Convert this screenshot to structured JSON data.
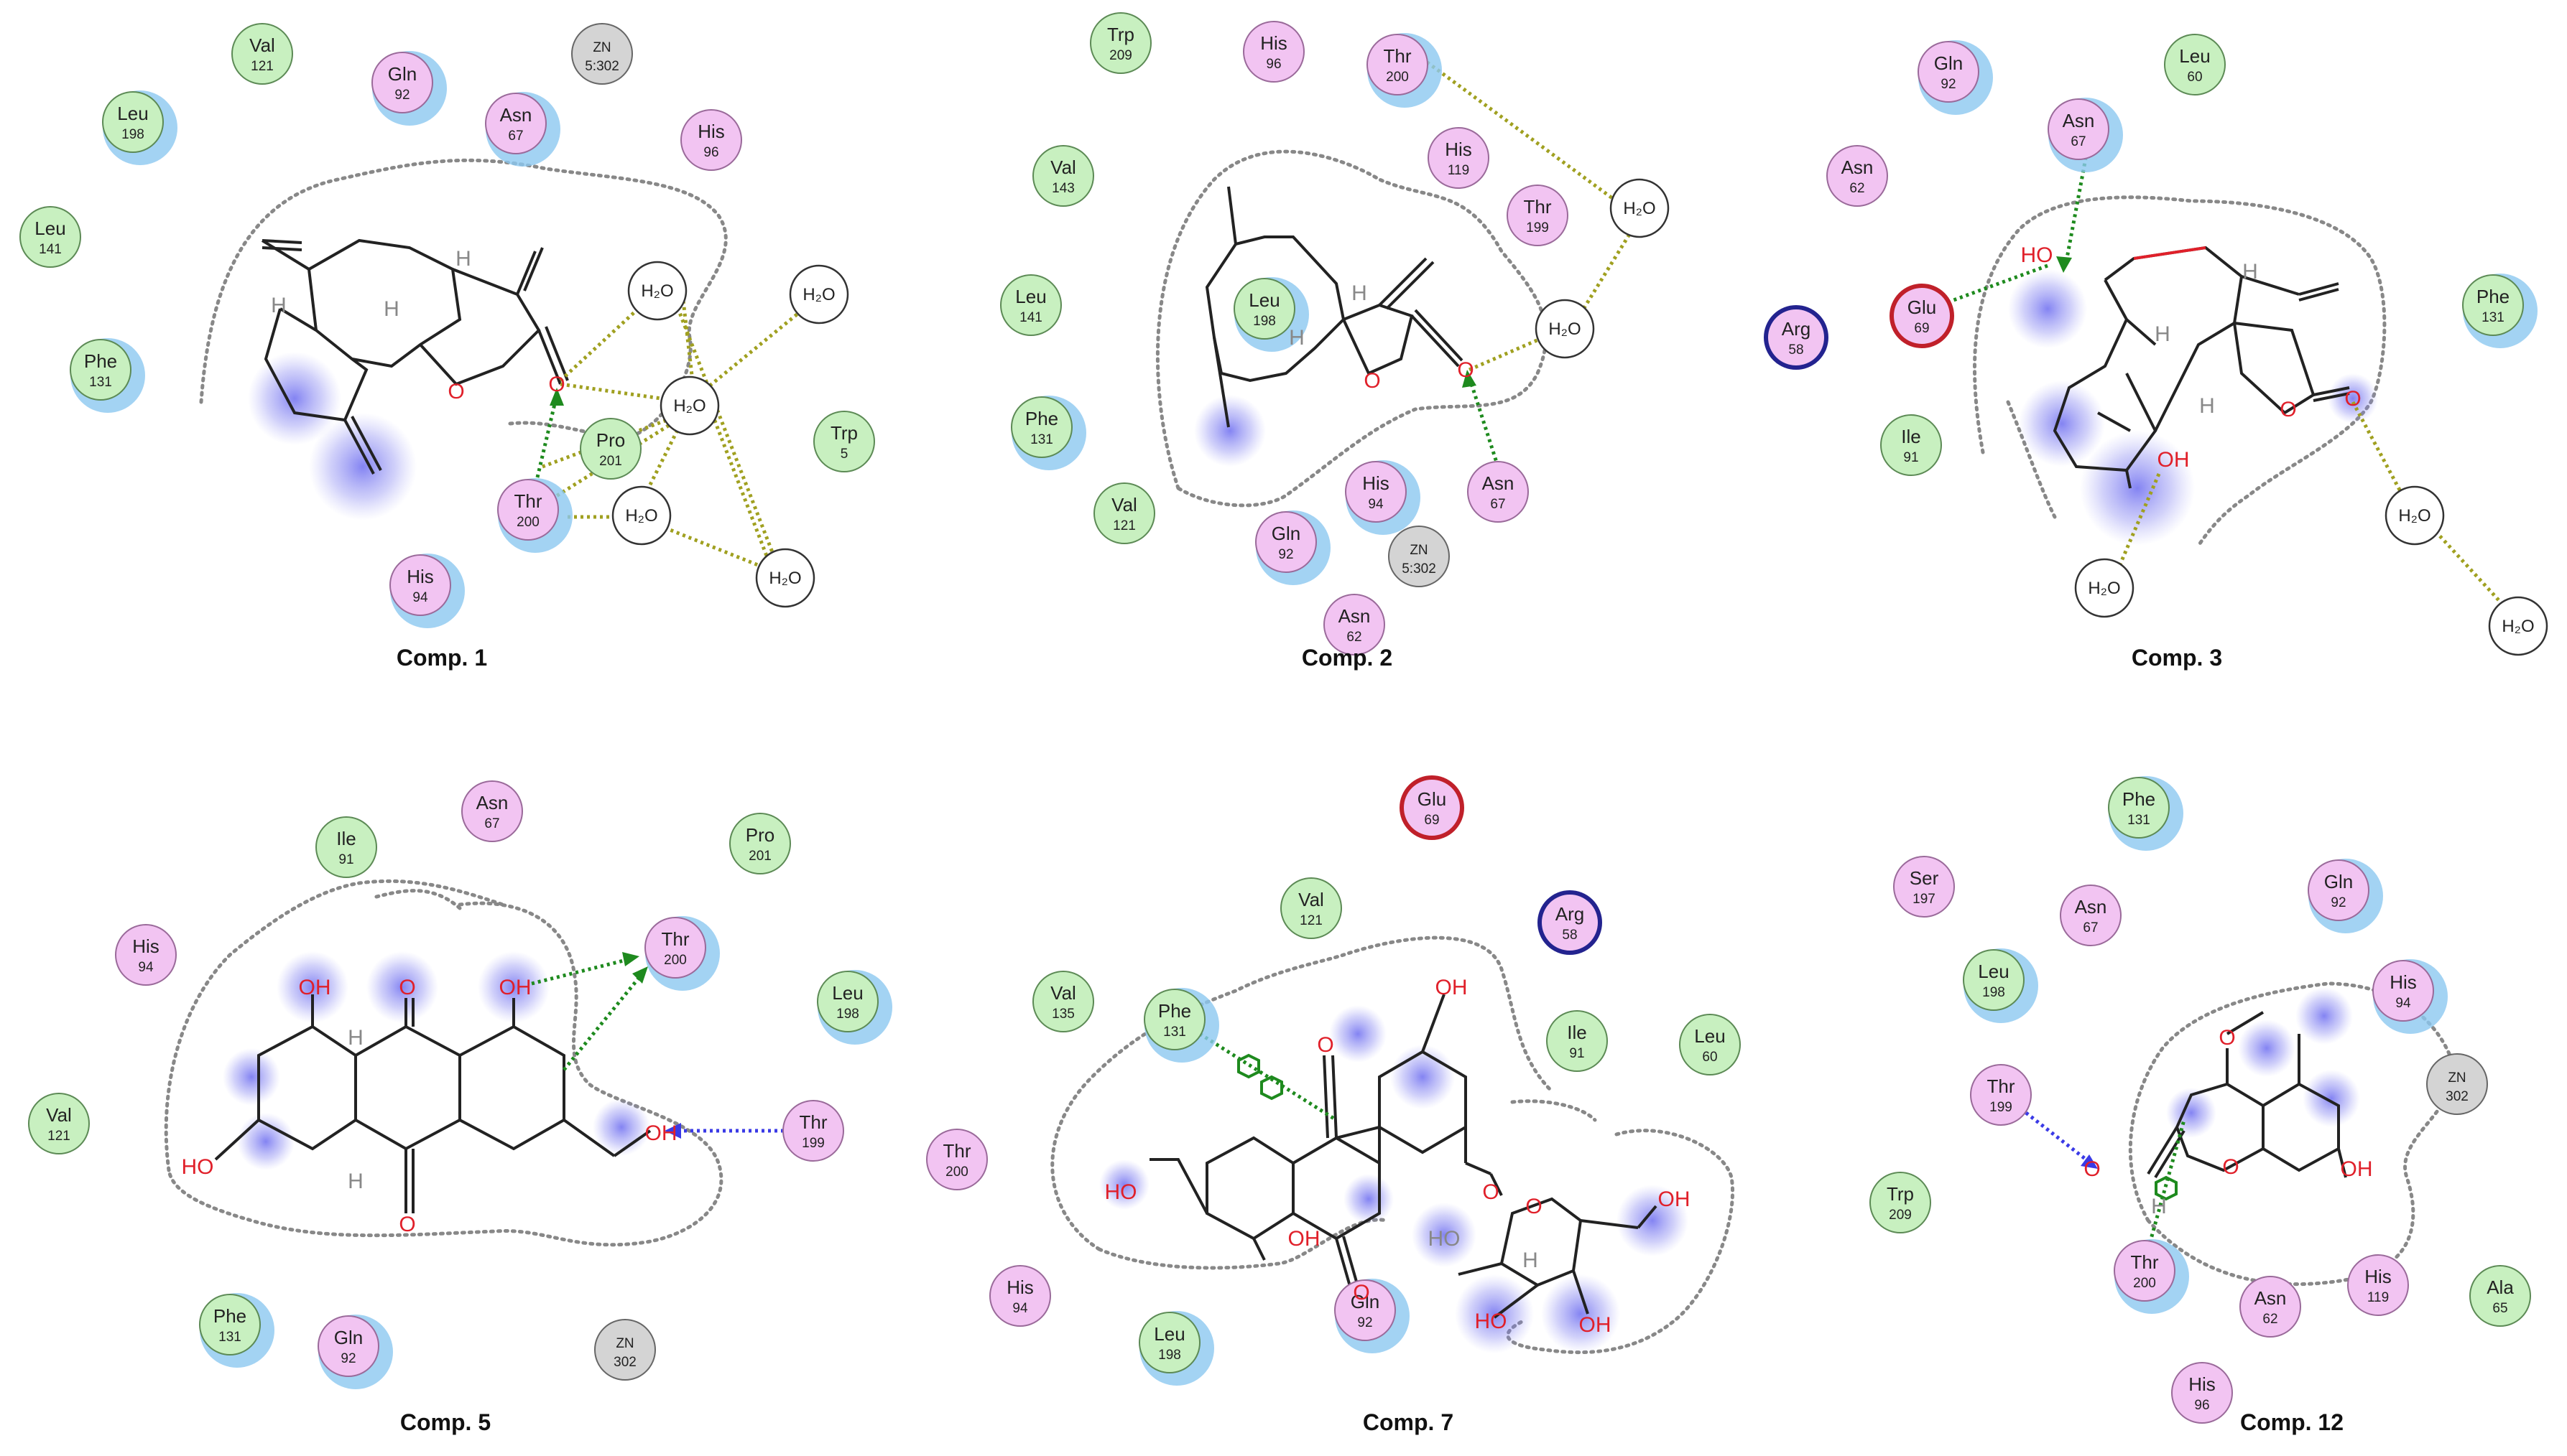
{
  "colors": {
    "polar": "#f2c4f2",
    "polar_border": "#9a6a9a",
    "hydrophobic": "#c8f0c0",
    "hydrophobic_border": "#5c8a55",
    "acidic_ring": "#c0202a",
    "basic_ring": "#23238f",
    "metal": "#d4d4d4",
    "water": "#ffffff",
    "exposure_halo": "#8cc8f0",
    "hbond_green": "#1e8a1e",
    "hbond_blue": "#3a3ae6",
    "yellow_contact": "#a0a020",
    "pocket_line": "#888888",
    "ligand_shadow": "#6a6af0",
    "heteroatom": "#e0202a"
  },
  "panels": [
    {
      "title": "Comp. 1",
      "residues": [
        {
          "name": "Val",
          "num": "121",
          "type": "hydrophobic"
        },
        {
          "name": "Gln",
          "num": "92",
          "type": "polar",
          "halo": true
        },
        {
          "name": "ZN",
          "num": "5:302",
          "type": "metal"
        },
        {
          "name": "Leu",
          "num": "198",
          "type": "hydrophobic",
          "halo": true
        },
        {
          "name": "Asn",
          "num": "67",
          "type": "polar",
          "halo": true
        },
        {
          "name": "His",
          "num": "96",
          "type": "polar"
        },
        {
          "name": "Leu",
          "num": "141",
          "type": "hydrophobic"
        },
        {
          "name": "Phe",
          "num": "131",
          "type": "hydrophobic",
          "halo": true
        },
        {
          "name": "Trp",
          "num": "5",
          "type": "hydrophobic"
        },
        {
          "name": "Pro",
          "num": "201",
          "type": "hydrophobic"
        },
        {
          "name": "Thr",
          "num": "200",
          "type": "polar",
          "halo": true
        },
        {
          "name": "His",
          "num": "94",
          "type": "polar",
          "halo": true
        }
      ],
      "waters": [
        "H₂O",
        "H₂O",
        "H₂O",
        "H₂O",
        "H₂O"
      ],
      "atom_labels": [
        "H",
        "H",
        "H",
        "O",
        "O"
      ]
    },
    {
      "title": "Comp. 2",
      "residues": [
        {
          "name": "Trp",
          "num": "209",
          "type": "hydrophobic"
        },
        {
          "name": "His",
          "num": "96",
          "type": "polar"
        },
        {
          "name": "Thr",
          "num": "200",
          "type": "polar",
          "halo": true
        },
        {
          "name": "His",
          "num": "119",
          "type": "polar"
        },
        {
          "name": "Thr",
          "num": "199",
          "type": "polar"
        },
        {
          "name": "Val",
          "num": "143",
          "type": "hydrophobic"
        },
        {
          "name": "Leu",
          "num": "141",
          "type": "hydrophobic"
        },
        {
          "name": "Leu",
          "num": "198",
          "type": "hydrophobic",
          "halo": true
        },
        {
          "name": "Phe",
          "num": "131",
          "type": "hydrophobic",
          "halo": true
        },
        {
          "name": "Val",
          "num": "121",
          "type": "hydrophobic"
        },
        {
          "name": "His",
          "num": "94",
          "type": "polar",
          "halo": true
        },
        {
          "name": "Gln",
          "num": "92",
          "type": "polar",
          "halo": true
        },
        {
          "name": "ZN",
          "num": "5:302",
          "type": "metal"
        },
        {
          "name": "Asn",
          "num": "67",
          "type": "polar"
        },
        {
          "name": "Asn",
          "num": "62",
          "type": "polar"
        }
      ],
      "waters": [
        "H₂O",
        "H₂O"
      ],
      "atom_labels": [
        "H",
        "H",
        "O",
        "O"
      ]
    },
    {
      "title": "Comp. 3",
      "residues": [
        {
          "name": "Gln",
          "num": "92",
          "type": "polar",
          "halo": true
        },
        {
          "name": "Leu",
          "num": "60",
          "type": "hydrophobic"
        },
        {
          "name": "Asn",
          "num": "67",
          "type": "polar",
          "halo": true
        },
        {
          "name": "Asn",
          "num": "62",
          "type": "polar"
        },
        {
          "name": "Glu",
          "num": "69",
          "type": "acidic"
        },
        {
          "name": "Arg",
          "num": "58",
          "type": "basic"
        },
        {
          "name": "Phe",
          "num": "131",
          "type": "hydrophobic",
          "halo": true
        },
        {
          "name": "Ile",
          "num": "91",
          "type": "hydrophobic"
        }
      ],
      "waters": [
        "H₂O",
        "H₂O",
        "H₂O"
      ],
      "atom_labels": [
        "HO",
        "H",
        "H",
        "H",
        "O",
        "O",
        "OH"
      ]
    },
    {
      "title": "Comp. 5",
      "residues": [
        {
          "name": "Asn",
          "num": "67",
          "type": "polar"
        },
        {
          "name": "Ile",
          "num": "91",
          "type": "hydrophobic"
        },
        {
          "name": "Pro",
          "num": "201",
          "type": "hydrophobic"
        },
        {
          "name": "His",
          "num": "94",
          "type": "polar"
        },
        {
          "name": "Thr",
          "num": "200",
          "type": "polar",
          "halo": true
        },
        {
          "name": "Leu",
          "num": "198",
          "type": "hydrophobic",
          "halo": true
        },
        {
          "name": "Val",
          "num": "121",
          "type": "hydrophobic"
        },
        {
          "name": "Thr",
          "num": "199",
          "type": "polar"
        },
        {
          "name": "Phe",
          "num": "131",
          "type": "hydrophobic",
          "halo": true
        },
        {
          "name": "Gln",
          "num": "92",
          "type": "polar",
          "halo": true
        },
        {
          "name": "ZN",
          "num": "302",
          "type": "metal"
        }
      ],
      "waters": [],
      "atom_labels": [
        "OH",
        "O",
        "OH",
        "H",
        "HO",
        "H",
        "O",
        "OH"
      ]
    },
    {
      "title": "Comp. 7",
      "residues": [
        {
          "name": "Glu",
          "num": "69",
          "type": "acidic"
        },
        {
          "name": "Val",
          "num": "121",
          "type": "hydrophobic"
        },
        {
          "name": "Arg",
          "num": "58",
          "type": "basic"
        },
        {
          "name": "Val",
          "num": "135",
          "type": "hydrophobic"
        },
        {
          "name": "Phe",
          "num": "131",
          "type": "hydrophobic",
          "halo": true
        },
        {
          "name": "Ile",
          "num": "91",
          "type": "hydrophobic"
        },
        {
          "name": "Leu",
          "num": "60",
          "type": "hydrophobic"
        },
        {
          "name": "Thr",
          "num": "200",
          "type": "polar"
        },
        {
          "name": "His",
          "num": "94",
          "type": "polar"
        },
        {
          "name": "Leu",
          "num": "198",
          "type": "hydrophobic",
          "halo": true
        },
        {
          "name": "Gln",
          "num": "92",
          "type": "polar",
          "halo": true
        }
      ],
      "waters": [],
      "atom_labels": [
        "OH",
        "O",
        "O",
        "HO",
        "OH",
        "O",
        "O",
        "OH",
        "HO",
        "H",
        "HO",
        "OH"
      ]
    },
    {
      "title": "Comp. 12",
      "residues": [
        {
          "name": "Phe",
          "num": "131",
          "type": "hydrophobic",
          "halo": true
        },
        {
          "name": "Ser",
          "num": "197",
          "type": "polar"
        },
        {
          "name": "Asn",
          "num": "67",
          "type": "polar"
        },
        {
          "name": "Gln",
          "num": "92",
          "type": "polar",
          "halo": true
        },
        {
          "name": "Leu",
          "num": "198",
          "type": "hydrophobic",
          "halo": true
        },
        {
          "name": "His",
          "num": "94",
          "type": "polar",
          "halo": true
        },
        {
          "name": "ZN",
          "num": "302",
          "type": "metal"
        },
        {
          "name": "Thr",
          "num": "199",
          "type": "polar"
        },
        {
          "name": "Trp",
          "num": "209",
          "type": "hydrophobic"
        },
        {
          "name": "Thr",
          "num": "200",
          "type": "polar",
          "halo": true
        },
        {
          "name": "Asn",
          "num": "62",
          "type": "polar"
        },
        {
          "name": "His",
          "num": "119",
          "type": "polar"
        },
        {
          "name": "Ala",
          "num": "65",
          "type": "hydrophobic"
        },
        {
          "name": "His",
          "num": "96",
          "type": "polar"
        }
      ],
      "waters": [],
      "atom_labels": [
        "O",
        "O",
        "O",
        "OH",
        "H"
      ]
    }
  ]
}
